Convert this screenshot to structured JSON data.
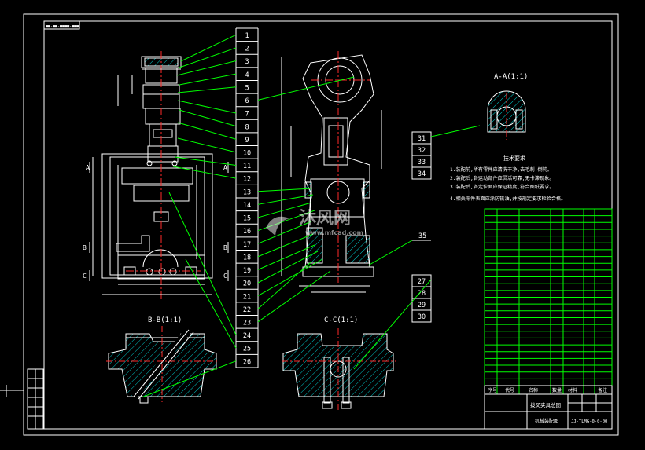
{
  "drawing": {
    "background": "#000000",
    "line_color": "#ffffff",
    "leader_color": "#00ff00",
    "center_color": "#ff2a2a",
    "hatch_color": "#00c8c8",
    "top_left_label": "■■-■■-■■■■-■■■",
    "section_aa_title": "A-A(1:1)",
    "section_bb_title": "B-B(1:1)",
    "section_cc_title": "C-C(1:1)",
    "notes_title": "技术要求",
    "notes": [
      "1.装配前,所有零件应清洗干净,去毛刺,倒钝。",
      "2.装配后,各运动部件应灵活可靠,无卡滞现象。",
      "3.装配后,各定位面应保证精度,符合图纸要求。",
      "4.相关零件表面应涂防锈油,并按规定要求检验合格。"
    ],
    "title_block_name": "拨叉夹具总图",
    "title_block_subtitle": "机械装配图",
    "title_block_code": "JJ-TLMG-0-0-00",
    "bom_header": [
      "序号",
      "代号",
      "名称",
      "数量",
      "材料",
      "备注"
    ],
    "section_marks": [
      "A",
      "A",
      "B",
      "B",
      "C",
      "C"
    ],
    "watermark_brand": "沐风网",
    "watermark_url": "www.mfcad.com",
    "balloon_labels": [
      "1",
      "2",
      "3",
      "4",
      "5",
      "6",
      "7",
      "8",
      "9",
      "10",
      "11",
      "12",
      "13",
      "14",
      "15",
      "16",
      "17",
      "18",
      "19",
      "20",
      "21",
      "22",
      "23",
      "24",
      "25",
      "26"
    ],
    "right_balloons_top": [
      "31",
      "32",
      "33",
      "34"
    ],
    "right_balloon_35": "35",
    "right_balloons_bottom": [
      "27",
      "28",
      "29",
      "30"
    ]
  }
}
